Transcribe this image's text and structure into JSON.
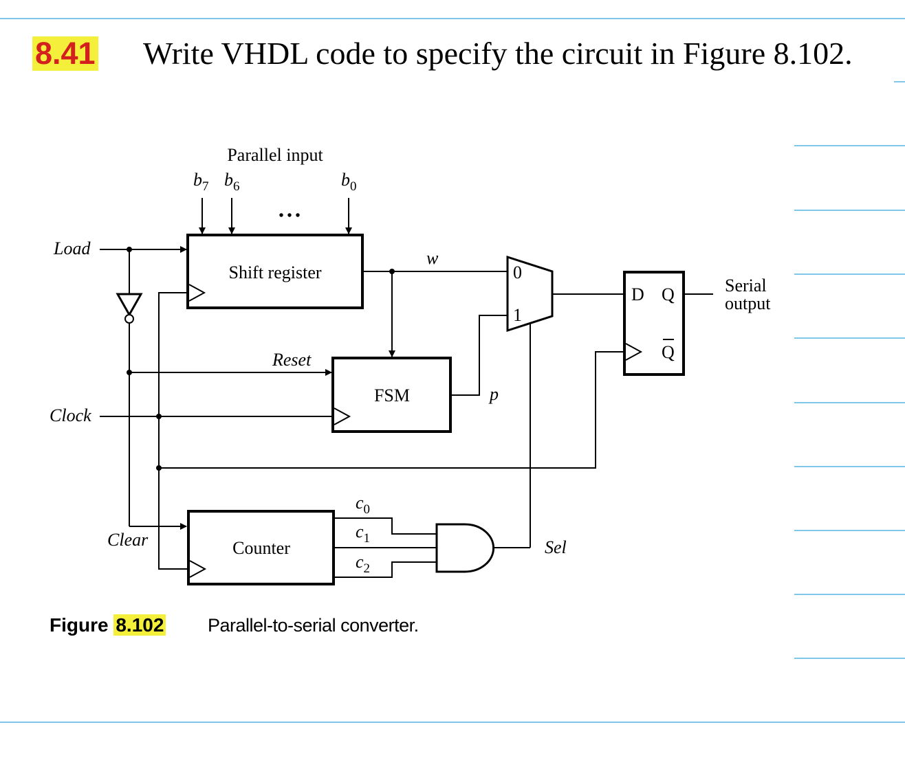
{
  "problem": {
    "number": "8.41",
    "text": "Write VHDL code to specify the circuit in Figure 8.102."
  },
  "diagram": {
    "parallel_input_label": "Parallel input",
    "input_bits": [
      {
        "var": "b",
        "sub": "7"
      },
      {
        "var": "b",
        "sub": "6"
      },
      {
        "var": "b",
        "sub": "0"
      }
    ],
    "ellipsis": "• • •",
    "load_label": "Load",
    "clock_label": "Clock",
    "clear_label": "Clear",
    "reset_label": "Reset",
    "shift_register_label": "Shift register",
    "fsm_label": "FSM",
    "counter_label": "Counter",
    "w_label": "w",
    "p_label": "p",
    "sel_label": "Sel",
    "mux_input_0": "0",
    "mux_input_1": "1",
    "counter_outputs": [
      {
        "var": "c",
        "sub": "0"
      },
      {
        "var": "c",
        "sub": "1"
      },
      {
        "var": "c",
        "sub": "2"
      }
    ],
    "flipflop_d": "D",
    "flipflop_q": "Q",
    "flipflop_qbar": "Q",
    "serial_output_line1": "Serial",
    "serial_output_line2": "output"
  },
  "caption": {
    "label": "Figure",
    "number": "8.102",
    "text": "Parallel-to-serial converter."
  },
  "colors": {
    "highlight": "#f3ef3b",
    "problem_number_text": "#d41f1f",
    "ruled_lines": "#7fc6ea"
  }
}
